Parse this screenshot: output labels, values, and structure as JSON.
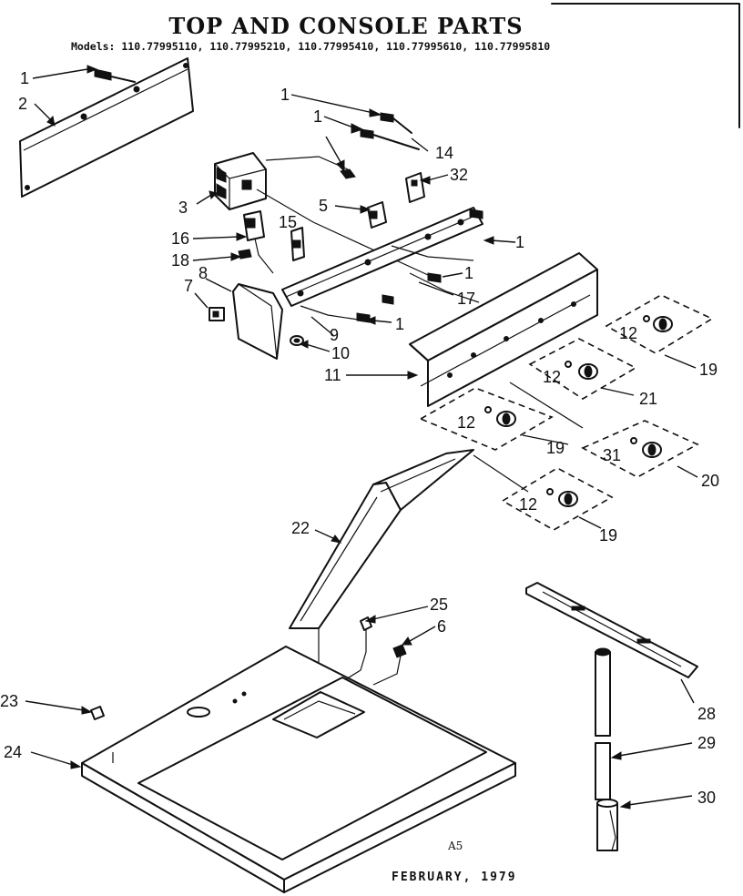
{
  "title": "TOP AND CONSOLE PARTS",
  "models": "Models: 110.77995110, 110.77995210, 110.77995410, 110.77995610, 110.77995810",
  "footer": {
    "code": "A5",
    "date": "FEBRUARY, 1979"
  },
  "callouts": [
    "1",
    "2",
    "1",
    "1",
    "14",
    "32",
    "3",
    "5",
    "1",
    "15",
    "16",
    "18",
    "1",
    "8",
    "17",
    "7",
    "1",
    "9",
    "10",
    "11",
    "12",
    "19",
    "12",
    "21",
    "12",
    "19",
    "31",
    "20",
    "12",
    "19",
    "22",
    "25",
    "6",
    "23",
    "28",
    "24",
    "29",
    "30"
  ]
}
